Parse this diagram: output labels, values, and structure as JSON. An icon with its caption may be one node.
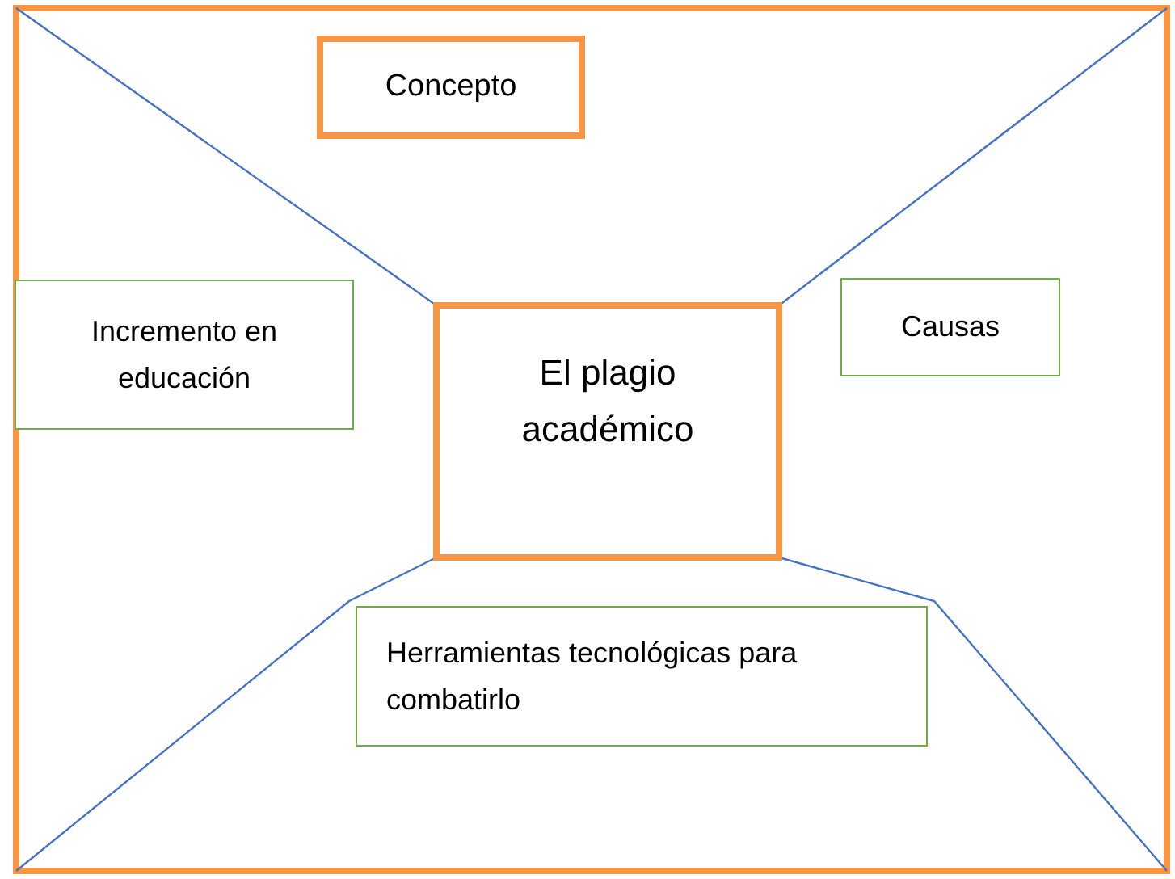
{
  "diagram": {
    "nodes": [
      {
        "text": [],
        "shape": "box"
      },
      {
        "text": [
          "Concepto"
        ],
        "in": 0
      },
      {
        "text": [
          "Incremento en educación"
        ],
        "in": 0
      },
      {
        "text": [
          "El plagio académico"
        ],
        "in": 0
      },
      {
        "text": [
          "Causas"
        ],
        "in": 0
      },
      {
        "text": [
          "Herramientas tecnológicas para combatirlo"
        ],
        "in": 0
      }
    ],
    "edges": [
      {
        "from": 0,
        "to": 3,
        "arrow": "none"
      },
      {
        "from": 0,
        "to": 3,
        "arrow": "none"
      },
      {
        "from": 0,
        "to": 3,
        "arrow": "none"
      },
      {
        "from": 0,
        "to": 3,
        "arrow": "none"
      }
    ]
  }
}
